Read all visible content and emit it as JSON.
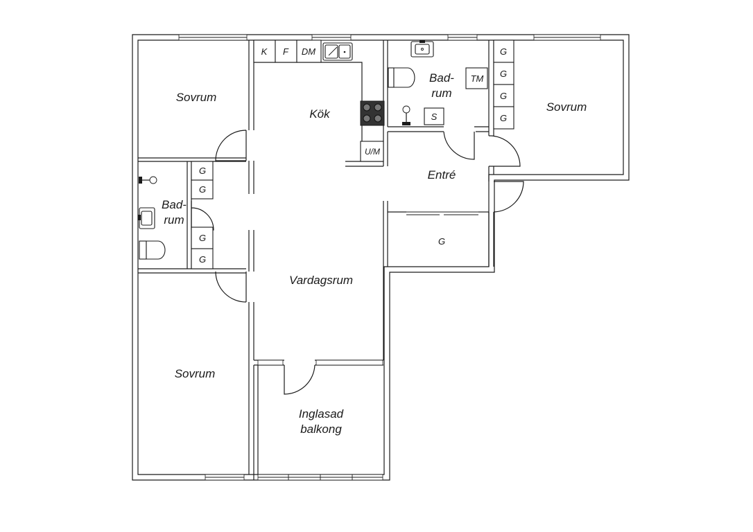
{
  "rooms": {
    "bedroom_top_left": "Sovrum",
    "kitchen": "Kök",
    "bathroom_top_line1": "Bad-",
    "bathroom_top_line2": "rum",
    "bedroom_right": "Sovrum",
    "hall": "Entré",
    "bathroom_left_line1": "Bad-",
    "bathroom_left_line2": "rum",
    "living_room": "Vardagsrum",
    "bedroom_bottom_left": "Sovrum",
    "balcony_line1": "Inglasad",
    "balcony_line2": "balkong"
  },
  "fixtures": {
    "freezer": "K",
    "fridge": "F",
    "dishwasher": "DM",
    "oven": "U/M",
    "dryer": "TM",
    "storage_s": "S",
    "wardrobe": "G"
  }
}
